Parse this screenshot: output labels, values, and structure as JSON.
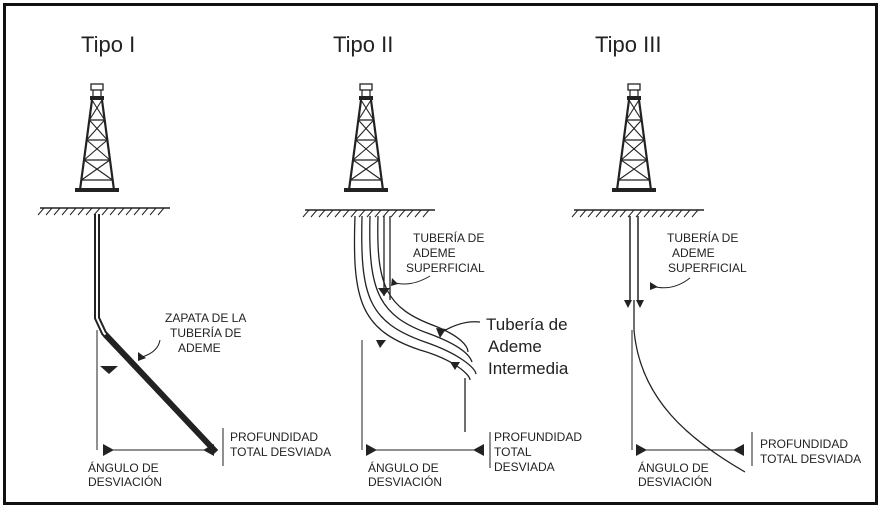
{
  "panels": [
    {
      "title": "Tipo I",
      "casing_label": [
        "ZAPATA DE LA",
        "TUBERÍA DE",
        "ADEME"
      ],
      "depth_label": [
        "PROFUNDIDAD",
        "TOTAL DESVIADA"
      ],
      "angle_label": [
        "ÁNGULO DE",
        "DESVIACIÓN"
      ]
    },
    {
      "title": "Tipo II",
      "casing_label": [
        "TUBERÍA DE",
        "ADEME",
        "SUPERFICIAL"
      ],
      "intermediate_label": [
        "Tubería de",
        "Ademe",
        "Intermedia"
      ],
      "depth_label": [
        "PROFUNDIDAD",
        "TOTAL",
        "DESVIADA"
      ],
      "angle_label": [
        "ÁNGULO DE",
        "DESVIACIÓN"
      ]
    },
    {
      "title": "Tipo III",
      "casing_label": [
        "TUBERÍA DE",
        "ADEME",
        "SUPERFICIAL"
      ],
      "depth_label": [
        "PROFUNDIDAD",
        "TOTAL DESVIADA"
      ],
      "angle_label": [
        "ÁNGULO DE",
        "DESVIACIÓN"
      ]
    }
  ]
}
